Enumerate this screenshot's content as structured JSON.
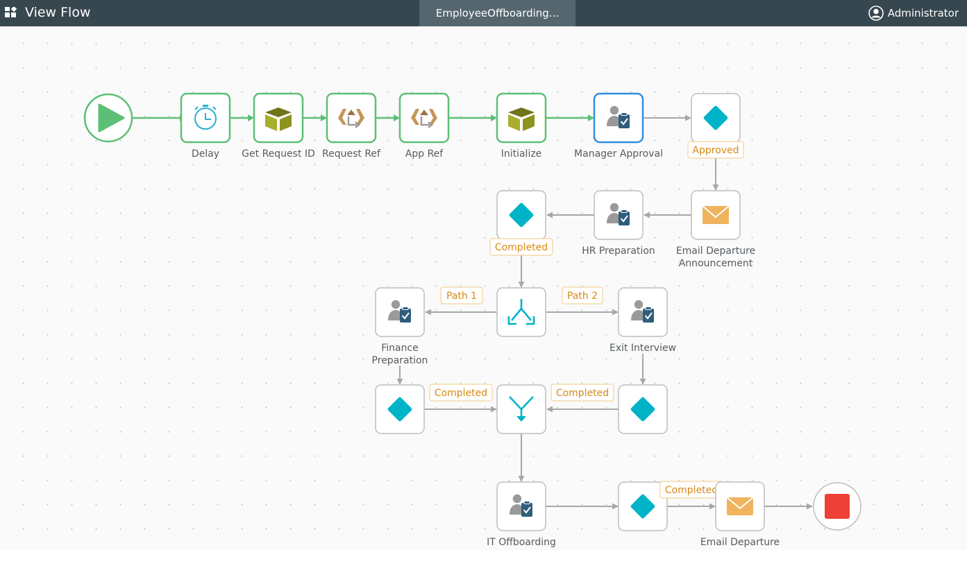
{
  "header": {
    "title": "View Flow",
    "tab_label": "EmployeeOffboarding...",
    "user_name": "Administrator"
  },
  "nodes": {
    "delay": "Delay",
    "get_request_id": "Get Request ID",
    "request_ref": "Request Ref",
    "app_ref": "App Ref",
    "initialize": "Initialize",
    "manager_approval": "Manager Approval",
    "hr_preparation": "HR Preparation",
    "email_departure_announcement_line1": "Email Departure",
    "email_departure_announcement_line2": "Announcement",
    "finance_preparation_line1": "Finance",
    "finance_preparation_line2": "Preparation",
    "exit_interview": "Exit Interview",
    "it_offboarding": "IT Offboarding",
    "email_departure": "Email Departure"
  },
  "badges": {
    "approved": "Approved",
    "completed": "Completed",
    "path_1": "Path 1",
    "path_2": "Path 2"
  },
  "colors": {
    "header_bg": "#37474f",
    "tab_bg": "#55666f",
    "active_border": "#5cbf76",
    "selected_border": "#2f8ee0",
    "default_border": "#bdbdbd",
    "connector_green": "#5cbf76",
    "connector_grey": "#a7a7a7",
    "decision": "#00b4c8",
    "badge_text": "#d58a16",
    "badge_border": "#f4d29a",
    "stop": "#ee4036"
  },
  "icons": {
    "start": "play-icon",
    "delay": "timer-icon",
    "data": "box-icon",
    "reference": "reference-icon",
    "task": "user-task-icon",
    "decision": "diamond-icon",
    "email": "envelope-icon",
    "split": "split-icon",
    "merge": "merge-icon",
    "stop": "stop-icon"
  }
}
